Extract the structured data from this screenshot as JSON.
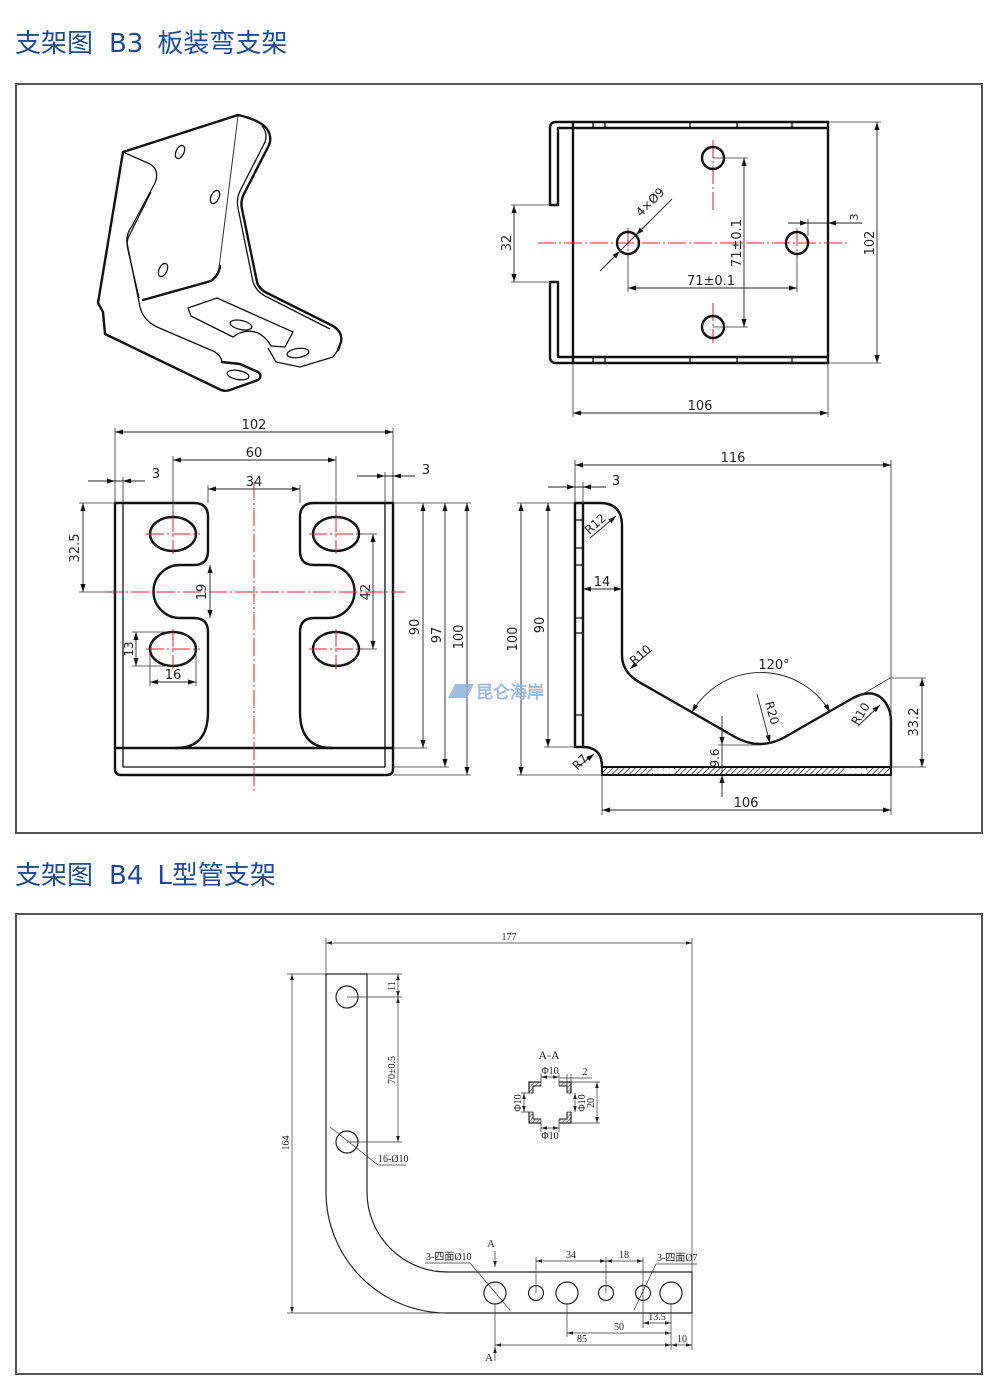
{
  "colors": {
    "title": "#1e4b95",
    "frame": "#555555",
    "center_line": "#e0202a",
    "watermark": "#8fb0dc"
  },
  "b3": {
    "title": {
      "prefix": "支架图",
      "code": "B3",
      "name": "板装弯支架"
    },
    "plan_view": {
      "notch_width": "32",
      "overall_height": "102",
      "plate_width": "106",
      "hole_spacing_horizontal": "71±0.1",
      "hole_spacing_vertical": "71±0.1",
      "hole_callout": "4×Ø9",
      "edge_offset": "3"
    },
    "front_view": {
      "overall_width": "102",
      "slot_pitch": "60",
      "channel_width": "34",
      "left_thickness": "3",
      "right_thickness": "3",
      "slot_offset": "32.5",
      "slot_width": "19",
      "hole_pitch": "42",
      "hole_height": "13",
      "hole_length": "16",
      "height_90": "90",
      "height_97": "97",
      "height_100": "100"
    },
    "side_view": {
      "overall_width": "116",
      "thickness": "3",
      "overall_height": "100",
      "flange_height": "90",
      "flange_depth": "14",
      "top_radius": "R12",
      "inner_radius": "R10",
      "valley_angle": "120°",
      "valley_radius": "R20",
      "peak_radius": "R10",
      "peak_height": "33.2",
      "valley_height": "9.6",
      "base_radius": "R7",
      "base_width": "106"
    }
  },
  "b4": {
    "title": {
      "prefix": "支架图",
      "code": "B4",
      "name": "L型管支架"
    },
    "main_view": {
      "overall_width": "177",
      "overall_height": "164",
      "top_hole_offset": "11",
      "hole_spacing": "70±0.5",
      "vertical_hole_callout": "16-Ø10",
      "large_hole_callout": "3-四面Ø10",
      "small_hole_callout": "3-四面Ø7",
      "spacing_34": "34",
      "spacing_18": "18",
      "spacing_13_5": "13.5",
      "spacing_50": "50",
      "spacing_85": "85",
      "end_offset": "10",
      "section_mark": "A"
    },
    "section_view": {
      "label": "A-A",
      "top_hole": "Φ10",
      "wall_thickness": "2",
      "outer_size": "20",
      "left_hole": "Φ10",
      "right_hole": "Φ10",
      "bottom_hole": "Φ10"
    }
  },
  "watermark": {
    "brand": "昆仑海岸"
  }
}
